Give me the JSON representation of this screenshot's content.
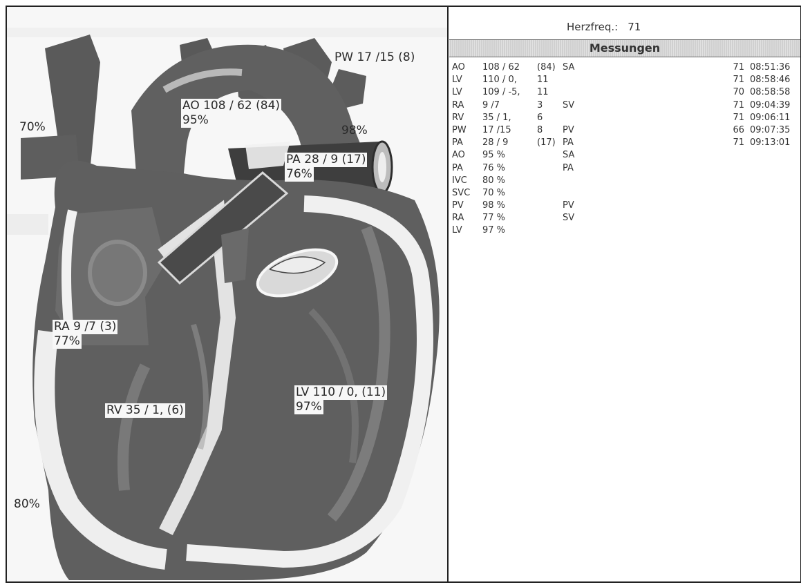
{
  "diagram": {
    "saturations": {
      "svc": "70%",
      "ivc": "80%",
      "pv": "98%"
    },
    "labels": {
      "pw": "PW 17 /15 (8)",
      "ao_pressure": "AO 108 / 62 (84)",
      "ao_sat": "95%",
      "pa_pressure": "PA 28 / 9 (17)",
      "pa_sat": "76%",
      "ra_pressure": "RA 9 /7 (3)",
      "ra_sat": "77%",
      "rv_pressure": "RV 35 / 1, (6)",
      "lv_pressure": "LV 110 / 0, (11)",
      "lv_sat": "97%"
    }
  },
  "panel": {
    "heart_rate_label": "Herzfreq.:",
    "heart_rate_value": "71",
    "section_title": "Messungen",
    "rows": [
      {
        "site": "AO",
        "value": "108 / 62",
        "mean": "(84)",
        "ref": "SA",
        "hr": "71",
        "time": "08:51:36"
      },
      {
        "site": "LV",
        "value": "110 / 0,",
        "mean": "11",
        "ref": "",
        "hr": "71",
        "time": "08:58:46"
      },
      {
        "site": "LV",
        "value": "109 / -5,",
        "mean": "11",
        "ref": "",
        "hr": "70",
        "time": "08:58:58"
      },
      {
        "site": "RA",
        "value": "9 /7",
        "mean": "3",
        "ref": "SV",
        "hr": "71",
        "time": "09:04:39"
      },
      {
        "site": "RV",
        "value": "35 / 1,",
        "mean": "6",
        "ref": "",
        "hr": "71",
        "time": "09:06:11"
      },
      {
        "site": "PW",
        "value": "17 /15",
        "mean": "8",
        "ref": "PV",
        "hr": "66",
        "time": "09:07:35"
      },
      {
        "site": "PA",
        "value": "28 / 9",
        "mean": "(17)",
        "ref": "PA",
        "hr": "71",
        "time": "09:13:01"
      },
      {
        "site": "AO",
        "value": "95 %",
        "mean": "",
        "ref": "SA",
        "hr": "",
        "time": ""
      },
      {
        "site": "PA",
        "value": "76 %",
        "mean": "",
        "ref": "PA",
        "hr": "",
        "time": ""
      },
      {
        "site": "IVC",
        "value": "80 %",
        "mean": "",
        "ref": "",
        "hr": "",
        "time": ""
      },
      {
        "site": "SVC",
        "value": "70 %",
        "mean": "",
        "ref": "",
        "hr": "",
        "time": ""
      },
      {
        "site": "PV",
        "value": "98 %",
        "mean": "",
        "ref": "PV",
        "hr": "",
        "time": ""
      },
      {
        "site": "RA",
        "value": "77 %",
        "mean": "",
        "ref": "SV",
        "hr": "",
        "time": ""
      },
      {
        "site": "LV",
        "value": "97 %",
        "mean": "",
        "ref": "",
        "hr": "",
        "time": ""
      }
    ]
  }
}
